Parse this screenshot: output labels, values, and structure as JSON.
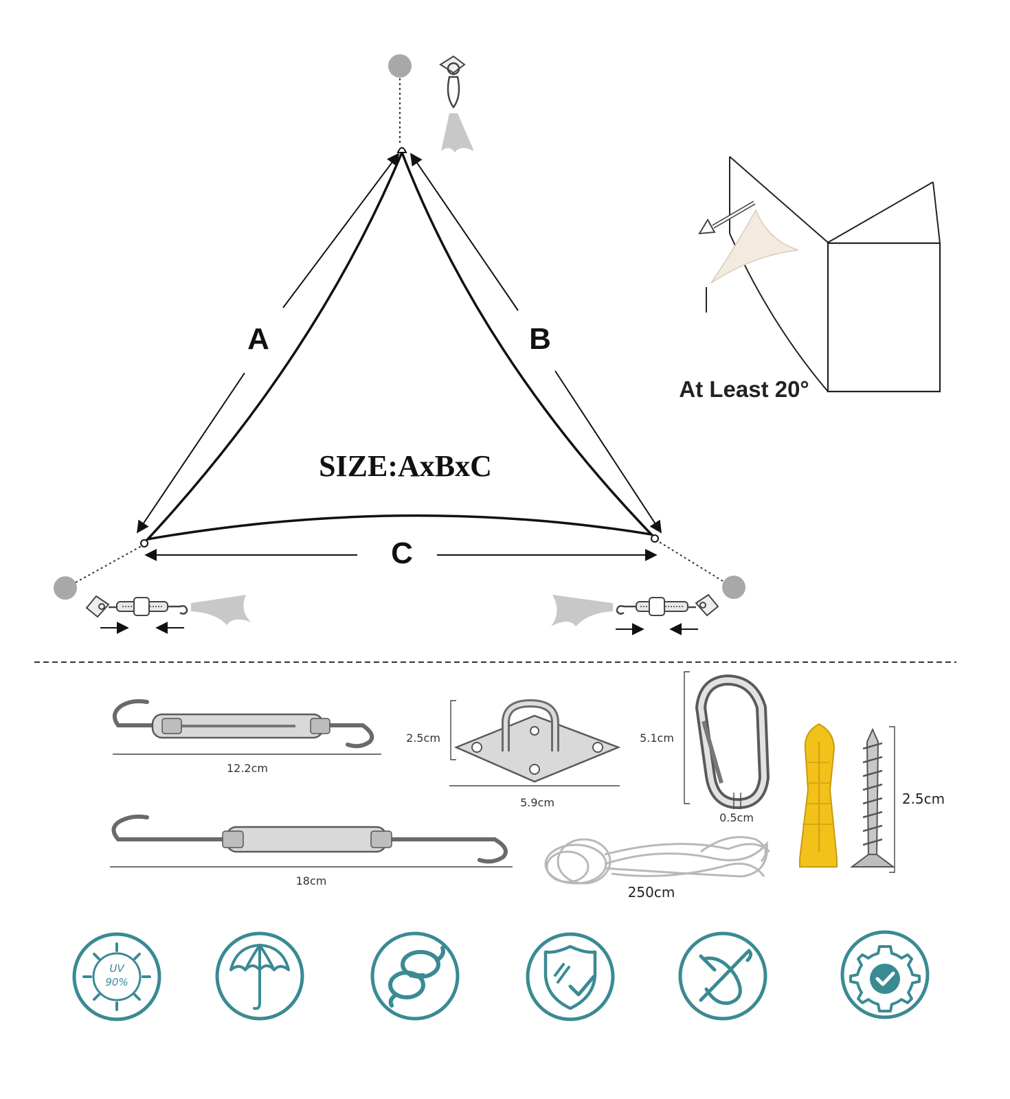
{
  "diagram": {
    "side_a_label": "A",
    "side_b_label": "B",
    "side_c_label": "C",
    "size_text": "SIZE:AxBxC",
    "angle_text": "At Least 20°"
  },
  "accessories": {
    "turnbuckle_small_length": "12.2cm",
    "turnbuckle_large_length": "18cm",
    "pad_eye_height": "2.5cm",
    "pad_eye_width": "5.9cm",
    "carabiner_height": "5.1cm",
    "carabiner_wire": "0.5cm",
    "screw_length": "2.5cm",
    "rope_length": "250cm"
  },
  "features": {
    "uv_badge_top": "UV",
    "uv_badge_bottom": "90%",
    "icons": [
      "uv-protection-icon",
      "umbrella-icon",
      "rope-icon",
      "shield-check-icon",
      "no-needle-icon",
      "gear-check-icon"
    ]
  },
  "colors": {
    "accent": "#3a8a93",
    "anchor": "#a8a8a8",
    "anchor_plug": "#f2c21b",
    "sail": "#f3ebe0"
  }
}
